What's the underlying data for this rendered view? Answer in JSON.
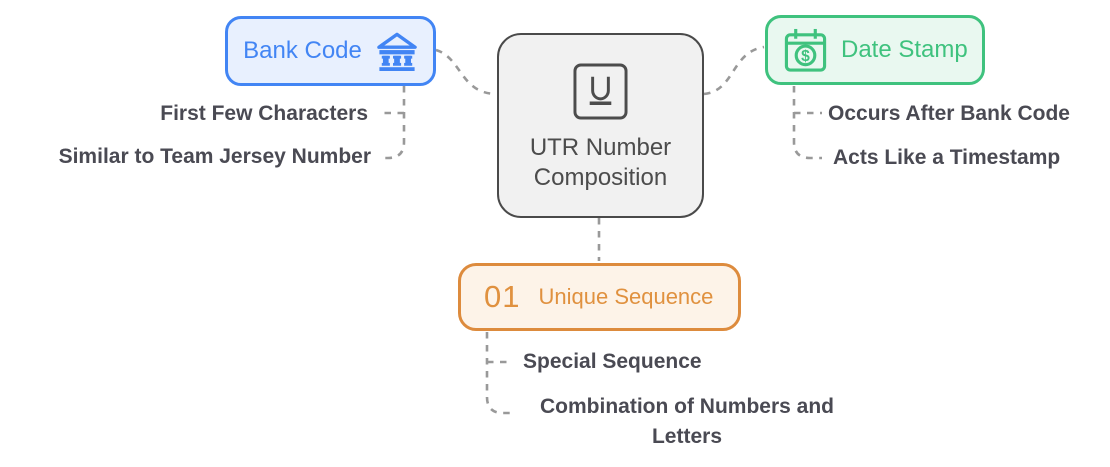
{
  "diagram": {
    "type": "mindmap",
    "background": "#ffffff",
    "connector_color": "#999999",
    "child_label_color": "#4a4a53"
  },
  "center": {
    "title": "UTR Number Composition",
    "icon": "underline-u-icon",
    "border_color": "#4a4a4a",
    "fill": "#f1f1f1"
  },
  "branches": {
    "bank_code": {
      "label": "Bank Code",
      "icon": "bank-icon",
      "accent": "#4285f4",
      "fill": "#e8f0fe",
      "children": [
        "First Few Characters",
        "Similar to Team Jersey Number"
      ]
    },
    "date_stamp": {
      "label": "Date Stamp",
      "icon": "calendar-dollar-icon",
      "accent": "#3fc27e",
      "fill": "#e9f8f0",
      "children": [
        "Occurs After Bank Code",
        "Acts Like a Timestamp"
      ]
    },
    "unique_sequence": {
      "badge": "01",
      "label": "Unique Sequence",
      "accent": "#dd8b3d",
      "fill": "#fdf3e8",
      "children": [
        "Special Sequence",
        "Combination of Numbers and Letters"
      ]
    }
  }
}
